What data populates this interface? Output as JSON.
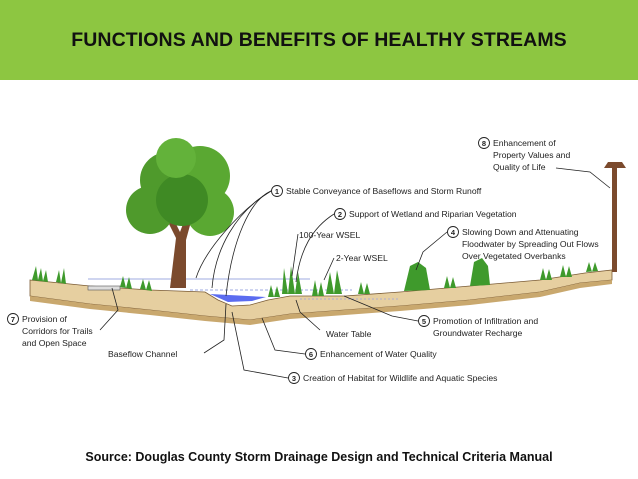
{
  "title": "FUNCTIONS AND BENEFITS OF HEALTHY STREAMS",
  "source": "Source: Douglas County Storm Drainage Design and Technical Criteria Manual",
  "colors": {
    "header": "#8dc641",
    "ground": "#e6cfa0",
    "water": "#5b6cf0",
    "tree": "#4f9a2c",
    "trunk": "#7b4a2d"
  },
  "labels": {
    "l1": {
      "num": "1",
      "text": "Stable Conveyance of Baseflows and Storm Runoff"
    },
    "l2": {
      "num": "2",
      "text": "Support of Wetland and Riparian Vegetation"
    },
    "l3": {
      "num": "3",
      "text": "Creation of Habitat for Wildlife and Aquatic Species"
    },
    "l4": {
      "num": "4",
      "line1": "Slowing Down and Attenuating",
      "line2": "Floodwater by Spreading Out Flows",
      "line3": "Over Vegetated Overbanks"
    },
    "l5": {
      "num": "5",
      "line1": "Promotion of Infiltration and",
      "line2": "Groundwater Recharge"
    },
    "l6": {
      "num": "6",
      "text": "Enhancement of Water Quality"
    },
    "l7": {
      "num": "7",
      "line1": "Provision of",
      "line2": "Corridors for Trails",
      "line3": "and Open Space"
    },
    "l8": {
      "num": "8",
      "line1": "Enhancement of",
      "line2": "Property Values and",
      "line3": "Quality of Life"
    },
    "wsel100": "100-Year WSEL",
    "wsel2": "2-Year WSEL",
    "water_table": "Water Table",
    "baseflow": "Baseflow Channel"
  }
}
